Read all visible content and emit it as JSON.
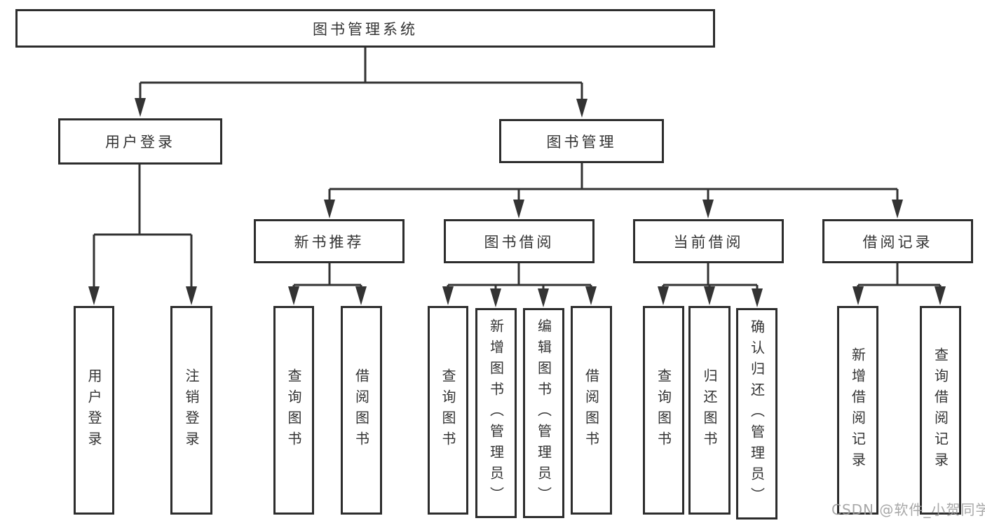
{
  "diagram": {
    "root": {
      "label": "图书管理系统"
    },
    "level2": [
      {
        "label": "用户登录",
        "leaves": [
          {
            "label": "用户登录"
          },
          {
            "label": "注销登录"
          }
        ]
      },
      {
        "label": "图书管理",
        "groups": [
          {
            "label": "新书推荐",
            "leaves": [
              {
                "label": "查询图书"
              },
              {
                "label": "借阅图书"
              }
            ]
          },
          {
            "label": "图书借阅",
            "leaves": [
              {
                "label": "查询图书"
              },
              {
                "label": "新增图书（管理员）"
              },
              {
                "label": "编辑图书（管理员）"
              },
              {
                "label": "借阅图书"
              }
            ]
          },
          {
            "label": "当前借阅",
            "leaves": [
              {
                "label": "查询图书"
              },
              {
                "label": "归还图书"
              },
              {
                "label": "确认归还（管理员）"
              }
            ]
          },
          {
            "label": "借阅记录",
            "leaves": [
              {
                "label": "新增借阅记录"
              },
              {
                "label": "查询借阅记录"
              }
            ]
          }
        ]
      }
    ]
  },
  "watermark": {
    "text": "CSDN @软件_小贺同学"
  },
  "colors": {
    "line": "#333333",
    "box_border": "#2d2d2d",
    "text": "#333333",
    "watermark": "#9e9e9e",
    "background": "#ffffff"
  }
}
